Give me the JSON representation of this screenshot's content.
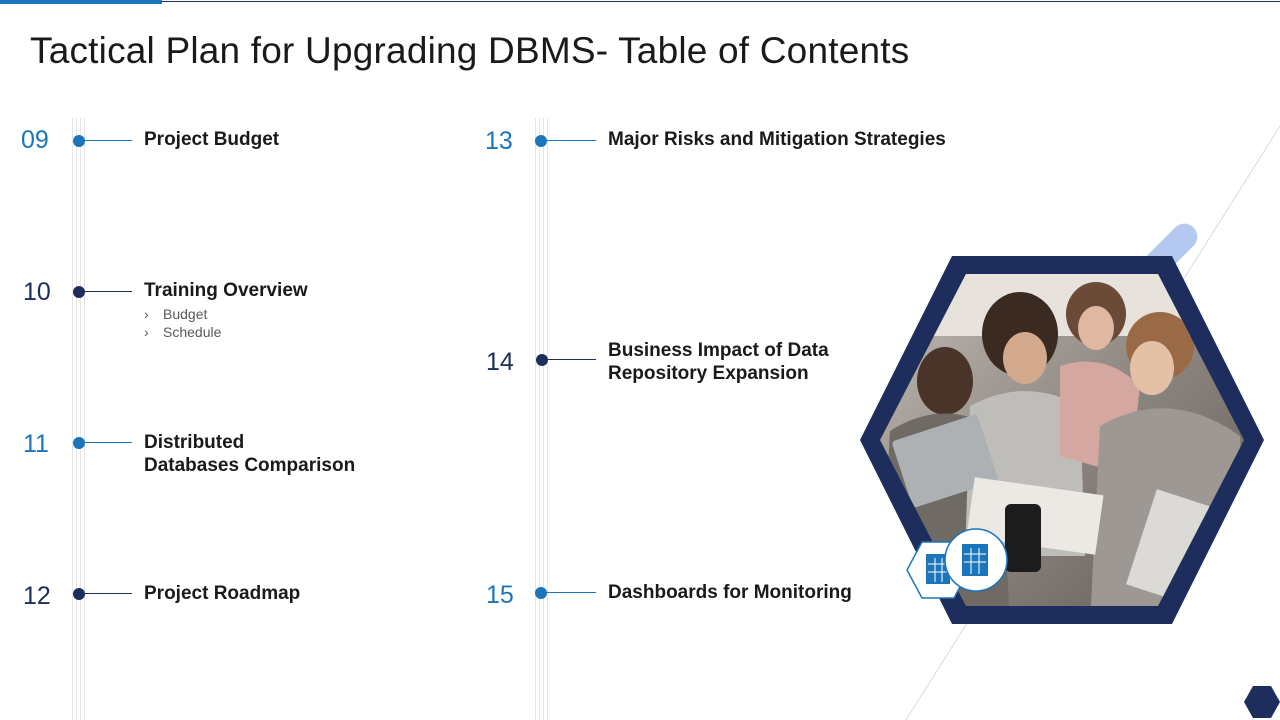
{
  "slide": {
    "title": "Tactical Plan for Upgrading DBMS- Table of Contents"
  },
  "toc": {
    "left": [
      {
        "number": "09",
        "label": "Project Budget",
        "style": "light",
        "subitems": []
      },
      {
        "number": "10",
        "label": "Training Overview",
        "style": "dark",
        "subitems": [
          "Budget",
          "Schedule"
        ]
      },
      {
        "number": "11",
        "label_lines": [
          "Distributed",
          "Databases Comparison"
        ],
        "style": "light",
        "subitems": []
      },
      {
        "number": "12",
        "label": "Project Roadmap",
        "style": "dark",
        "subitems": []
      }
    ],
    "right": [
      {
        "number": "13",
        "label": "Major Risks and Mitigation Strategies",
        "style": "light"
      },
      {
        "number": "14",
        "label_lines": [
          "Business Impact of Data",
          "Repository Expansion"
        ],
        "style": "dark"
      },
      {
        "number": "15",
        "label": "Dashboards for Monitoring",
        "style": "light"
      }
    ],
    "sub_bullet": "›"
  },
  "colors": {
    "accent_light": "#1b75bb",
    "accent_dark": "#1e2e5c",
    "pill": "#b5c8ef"
  },
  "photo": {
    "description_icon": "team-meeting-photo",
    "badge_icons": [
      "spreadsheet-doc-icon",
      "spreadsheet-doc-icon"
    ]
  }
}
